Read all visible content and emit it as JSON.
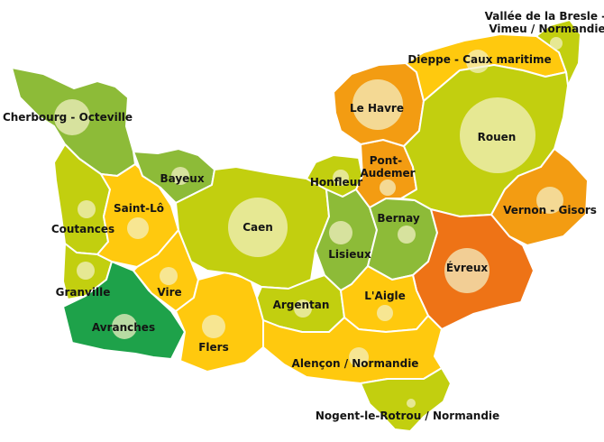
{
  "colors": {
    "light_green": "#c2cf0f",
    "mid_green": "#8dbb38",
    "dark_green": "#1ea24a",
    "yellow": "#ffc90e",
    "orange": "#f39c12",
    "dark_orange": "#ee7316",
    "bubble": "#f4f1c6"
  },
  "regions": [
    {
      "id": "cherbourg",
      "label": "Cherbourg - Octeville",
      "color": "mid_green"
    },
    {
      "id": "coutances",
      "label": "Coutances",
      "color": "light_green"
    },
    {
      "id": "granville",
      "label": "Granville",
      "color": "light_green"
    },
    {
      "id": "avranches",
      "label": "Avranches",
      "color": "dark_green"
    },
    {
      "id": "saintlo",
      "label": "Saint-Lô",
      "color": "yellow"
    },
    {
      "id": "bayeux",
      "label": "Bayeux",
      "color": "mid_green"
    },
    {
      "id": "vire",
      "label": "Vire",
      "color": "yellow"
    },
    {
      "id": "flers",
      "label": "Flers",
      "color": "yellow"
    },
    {
      "id": "caen",
      "label": "Caen",
      "color": "light_green"
    },
    {
      "id": "argentan",
      "label": "Argentan",
      "color": "light_green"
    },
    {
      "id": "honfleur",
      "label": "Honfleur",
      "color": "light_green"
    },
    {
      "id": "lisieux",
      "label": "Lisieux",
      "color": "mid_green"
    },
    {
      "id": "bernay",
      "label": "Bernay",
      "color": "mid_green"
    },
    {
      "id": "pontaudemer",
      "label": "Pont-Audemer",
      "color": "orange"
    },
    {
      "id": "lehavre",
      "label": "Le Havre",
      "color": "orange"
    },
    {
      "id": "dieppe",
      "label": "Dieppe - Caux maritime",
      "color": "yellow"
    },
    {
      "id": "vallee",
      "label": "Vallée de la Bresle - Vimeu / Normandie",
      "color": "light_green"
    },
    {
      "id": "rouen",
      "label": "Rouen",
      "color": "light_green"
    },
    {
      "id": "vernon",
      "label": "Vernon - Gisors",
      "color": "orange"
    },
    {
      "id": "evreux",
      "label": "Évreux",
      "color": "dark_orange"
    },
    {
      "id": "laigle",
      "label": "L'Aigle",
      "color": "yellow"
    },
    {
      "id": "alencon",
      "label": "Alençon / Normandie",
      "color": "yellow"
    },
    {
      "id": "nogent",
      "label": "Nogent-le-Rotrou / Normandie",
      "color": "light_green"
    }
  ],
  "bubbles": [
    {
      "region": "cherbourg",
      "r": 20
    },
    {
      "region": "coutances",
      "r": 10
    },
    {
      "region": "granville",
      "r": 10
    },
    {
      "region": "avranches",
      "r": 14
    },
    {
      "region": "saintlo",
      "r": 12
    },
    {
      "region": "bayeux",
      "r": 10
    },
    {
      "region": "vire",
      "r": 10
    },
    {
      "region": "flers",
      "r": 13
    },
    {
      "region": "caen",
      "r": 33
    },
    {
      "region": "argentan",
      "r": 10
    },
    {
      "region": "honfleur",
      "r": 9
    },
    {
      "region": "lisieux",
      "r": 13
    },
    {
      "region": "bernay",
      "r": 10
    },
    {
      "region": "pontaudemer",
      "r": 9
    },
    {
      "region": "lehavre",
      "r": 28
    },
    {
      "region": "dieppe",
      "r": 13
    },
    {
      "region": "vallee",
      "r": 7
    },
    {
      "region": "rouen",
      "r": 42
    },
    {
      "region": "vernon",
      "r": 15
    },
    {
      "region": "evreux",
      "r": 25
    },
    {
      "region": "laigle",
      "r": 9
    },
    {
      "region": "alencon",
      "r": 11
    },
    {
      "region": "nogent",
      "r": 5
    }
  ]
}
